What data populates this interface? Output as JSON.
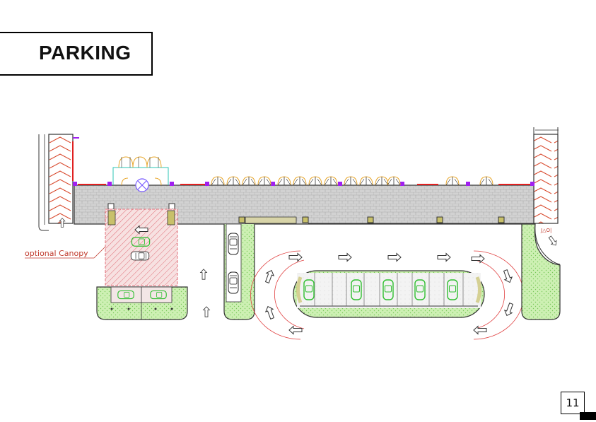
{
  "page": {
    "title": "PARKING",
    "number": "11"
  },
  "plan": {
    "canopy_label": "optional Canopy",
    "entry_tag": "J△O|",
    "colors": {
      "paving": "#d2d2d2",
      "lawn": "#cdf0b3",
      "brick_hatch": "#d94a2e",
      "car_outline": "#2fbf2f",
      "curb": "#333333",
      "canopy_hatch": "#e0707a",
      "turning_arc": "#e04040",
      "gate": "#e8a72c",
      "accent": "#a020f0"
    },
    "icons": {
      "arrow": "outline-arrow-icon",
      "car": "car-top-view-icon",
      "gate": "gate-icon"
    }
  }
}
